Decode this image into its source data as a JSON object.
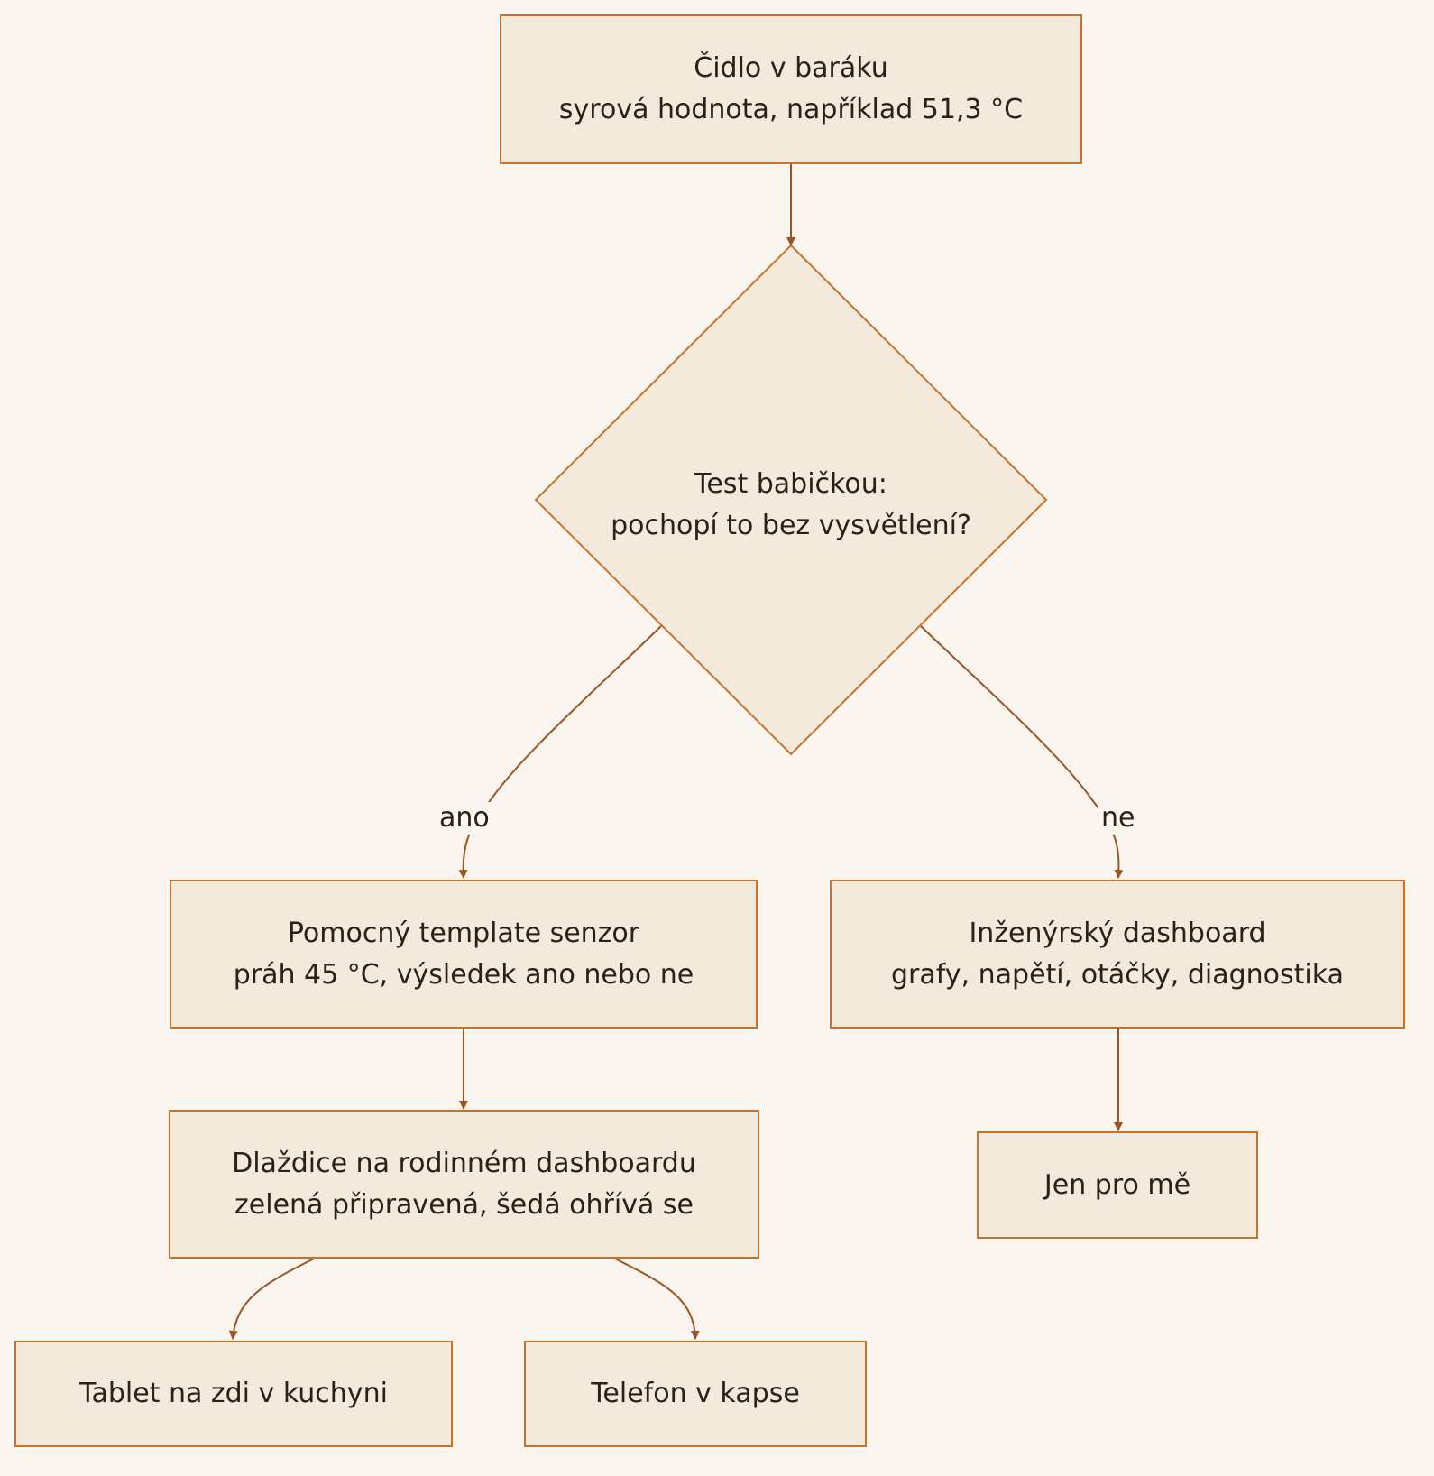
{
  "diagram": {
    "sensor": {
      "line1": "Čidlo v baráku",
      "line2": "syrová hodnota, například 51,3 °C"
    },
    "decision": {
      "line1": "Test babičkou:",
      "line2": "pochopí to bez vysvětlení?"
    },
    "branch_yes": "ano",
    "branch_no": "ne",
    "helper": {
      "line1": "Pomocný template senzor",
      "line2": "práh 45 °C, výsledek ano nebo ne"
    },
    "engineering": {
      "line1": "Inženýrský dashboard",
      "line2": "grafy, napětí, otáčky, diagnostika"
    },
    "tile": {
      "line1": "Dlaždice na rodinném dashboardu",
      "line2": "zelená připravená, šedá ohřívá se"
    },
    "only_me": "Jen pro mě",
    "tablet": "Tablet na zdi v kuchyni",
    "phone": "Telefon v kapse"
  },
  "colors": {
    "background": "#faf5ee",
    "node_fill": "#f3eadc",
    "node_border": "#c9732a",
    "edge": "#9c5522",
    "text": "#2b2118"
  }
}
